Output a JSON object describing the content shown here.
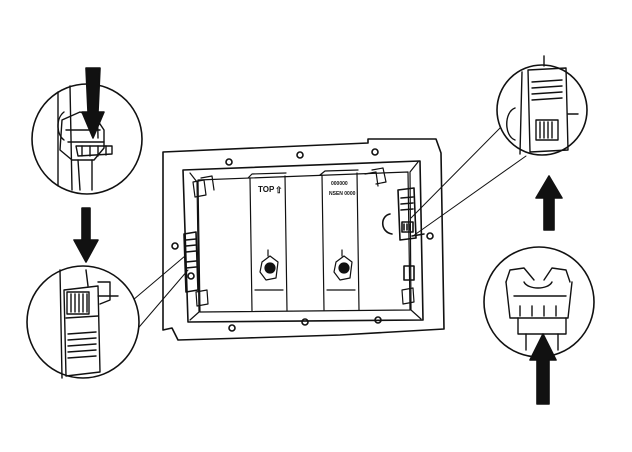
{
  "figure": {
    "labels": {
      "top": "TOP",
      "top_arrow": "⇧",
      "code_line1": "000000",
      "code_line2": "NSEN 0000"
    },
    "colors": {
      "ink": "#111111",
      "paper": "#ffffff"
    }
  }
}
